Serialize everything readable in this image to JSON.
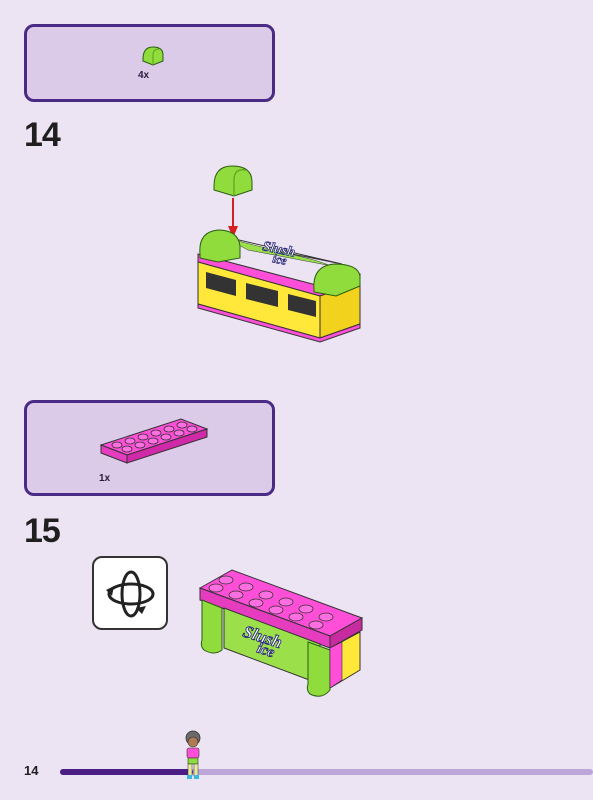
{
  "page": {
    "number": "14",
    "progress": 0.25
  },
  "steps": [
    {
      "number": "14",
      "part_qty": "4x",
      "part": "lime-curved-slope",
      "sign_text": [
        "Slush",
        "ice"
      ]
    },
    {
      "number": "15",
      "part_qty": "1x",
      "part": "magenta-plate-2x6",
      "sign_text": [
        "Slush",
        "ice"
      ]
    }
  ],
  "icons": {
    "rotate": "rotate-model-icon",
    "minifig": "minifigure-icon"
  },
  "colors": {
    "background": "#ece3f3",
    "parts_box": "#dccbe8",
    "border": "#4b2a86",
    "lime": "#8fdc3c",
    "magenta": "#ff4fd8",
    "yellow": "#ffe83a",
    "arrow": "#d62020"
  }
}
